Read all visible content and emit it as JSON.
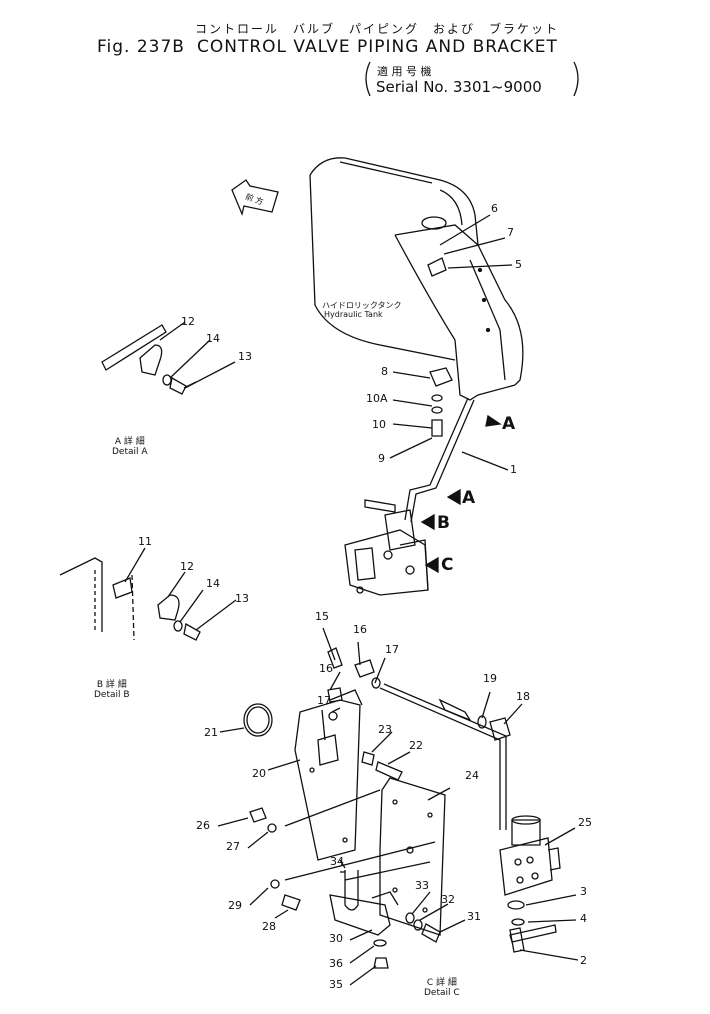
{
  "header": {
    "jp_line": "コントロール　バルブ　パイピング　および　ブラケット",
    "fig_label": "Fig. 237B",
    "title": "CONTROL  VALVE  PIPING  AND  BRACKET",
    "serial_jp": "適 用 号 機",
    "serial": "Serial No. 3301~9000"
  },
  "labels": {
    "front_arrow": "前 方",
    "tank_jp": "ハイドロリックタンク",
    "tank_en": "Hydraulic Tank"
  },
  "details": {
    "a_jp": "A 詳 細",
    "a_en": "Detail  A",
    "b_jp": "B 詳 細",
    "b_en": "Detail  B",
    "c_jp": "C 詳 細",
    "c_en": "Detail  C"
  },
  "view_arrows": {
    "a1": "A",
    "a2": "A",
    "b": "B",
    "c": "C"
  },
  "callouts": {
    "n6": "6",
    "n7": "7",
    "n5": "5",
    "n8": "8",
    "n10a": "10A",
    "n10": "10",
    "n9": "9",
    "n1": "1",
    "a12": "12",
    "a14": "14",
    "a13": "13",
    "b11": "11",
    "b12": "12",
    "b14": "14",
    "b13": "13",
    "n15": "15",
    "n16a": "16",
    "n17a": "17",
    "n16b": "16",
    "n17b": "17",
    "n19": "19",
    "n18": "18",
    "n21": "21",
    "n23": "23",
    "n22": "22",
    "n20": "20",
    "n24": "24",
    "n25": "25",
    "n26": "26",
    "n27": "27",
    "n3": "3",
    "n4": "4",
    "n2": "2",
    "n34": "34",
    "n33": "33",
    "n32": "32",
    "n31": "31",
    "n29": "29",
    "n28": "28",
    "n30": "30",
    "n36": "36",
    "n35": "35"
  }
}
